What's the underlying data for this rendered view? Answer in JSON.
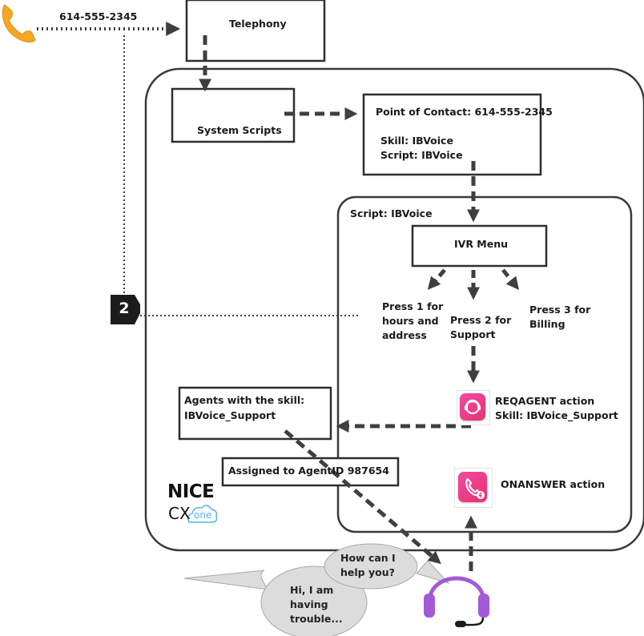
{
  "phone_number_label": "614-555-2345",
  "telephony": {
    "title": "Telephony"
  },
  "system_scripts": {
    "title": "System Scripts"
  },
  "point_of_contact": {
    "title": "Point of Contact: 614-555-2345",
    "skill": "Skill: IBVoice",
    "script": "Script: IBVoice"
  },
  "script_panel": {
    "title": "Script: IBVoice"
  },
  "ivr_menu": {
    "title": "IVR Menu"
  },
  "options": {
    "press1": [
      "Press 1 for",
      "hours and",
      "address"
    ],
    "press2": [
      "Press 2 for",
      "Support"
    ],
    "press3": [
      "Press 3 for",
      "Billing"
    ]
  },
  "reqagent": {
    "action": "REQAGENT action",
    "skill": "Skill: IBVoice_Support"
  },
  "onanswer": {
    "action": "ONANSWER action"
  },
  "agents_box": {
    "line1": "Agents with the skill:",
    "line2": "IBVoice_Support"
  },
  "assigned_box": {
    "title": "Assigned to AgentID 987654"
  },
  "step_badge": "2",
  "bubbles": {
    "agent": [
      "How can I",
      "help you?"
    ],
    "caller": [
      "Hi, I am",
      "having",
      "trouble..."
    ]
  },
  "logo": {
    "brand": "NICE",
    "product_cx": "CX",
    "product_one": "one"
  },
  "colors": {
    "line": "#3f3f3f",
    "phone": "#f6a623",
    "icon_pink": "#e8336f",
    "headset": "#a35ad6",
    "bubble_fill": "#dcdcdc",
    "cloud": "#4fb3e8"
  },
  "icons": [
    "phone-icon",
    "reqagent-icon",
    "onanswer-icon",
    "headset-icon",
    "cloud-logo-icon"
  ]
}
